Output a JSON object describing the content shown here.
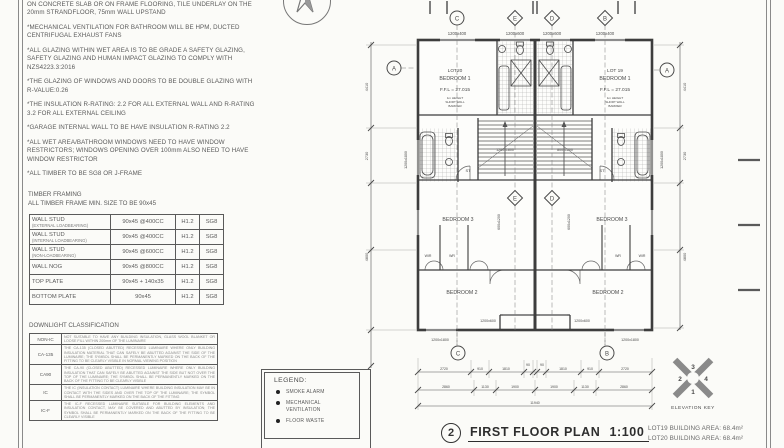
{
  "notes": [
    "ON CONCRETE SLAB OR ON FRAME FLOORING, TILE UNDERLAY ON THE 20mm STRANDFLOOR, 75mm WALL UPSTAND",
    "*MECHANICAL VENTILATION FOR BATHROOM WILL BE HPM, DUCTED CENTRIFUGAL EXHAUST FANS",
    "*ALL GLAZING WITHIN WET AREA IS TO BE GRADE A SAFETY GLAZING, SAFETY GLAZING AND HUMAN IMPACT GLAZING TO COMPLY WITH NZS4223.3:2016",
    "*THE GLAZING OF WINDOWS AND DOORS TO BE DOUBLE GLAZING WITH R-VALUE:0.26",
    "*THE INSULATION R-RATING: 2.2 FOR ALL EXTERNAL WALL AND R-RATING 3.2 FOR ALL EXTERNAL CEILING",
    "*GARAGE INTERNAL WALL TO BE HAVE INSULATION R-RATING 2.2",
    "*ALL WET AREA/BATHROOM WINDOWS NEED TO HAVE WINDOW RESTRICTORS; WINDOWS OPENING OVER 100mm ALSO NEED TO HAVE WINDOW RESTRICTOR",
    "*ALL TIMBER TO BE SG8 OR J-FRAME"
  ],
  "timber": {
    "title": "TIMBER FRAMING",
    "subtitle": "ALL TIMBER FRAME MIN. SIZE TO BE 90x45",
    "rows": [
      {
        "item": "WALL STUD",
        "sub": "(EXTERNAL LOADBEARING)",
        "size": "90x45 @400CC",
        "treat": "H1.2",
        "grade": "SG8"
      },
      {
        "item": "WALL STUD",
        "sub": "(INTERNAL LOADBEARING)",
        "size": "90x45 @400CC",
        "treat": "H1.2",
        "grade": "SG8"
      },
      {
        "item": "WALL STUD",
        "sub": "(NON-LOADBEARING)",
        "size": "90x45 @600CC",
        "treat": "H1.2",
        "grade": "SG8"
      },
      {
        "item": "WALL NOG",
        "sub": "",
        "size": "90x45 @800CC",
        "treat": "H1.2",
        "grade": "SG8"
      },
      {
        "item": "TOP PLATE",
        "sub": "",
        "size": "90x45 + 140x35",
        "treat": "H1.2",
        "grade": "SG8"
      },
      {
        "item": "BOTTOM PLATE",
        "sub": "",
        "size": "90x45",
        "treat": "H1.2",
        "grade": "SG8"
      }
    ]
  },
  "downlight": {
    "title": "DOWNLIGHT CLASSIFICATION",
    "rows": [
      {
        "code": "NON-IC",
        "desc": "NOT SUITABLE TO HAVE ANY BUILDING INSULATION, GLASS WOOL BLANKET OR LOOSE FILL WITHIN 200mm OF THE LUMINAIRE"
      },
      {
        "code": "CA-135",
        "desc": "THE CA-135 (CLOSED ABUTTED) RECESSED LUMINAIRE WHERE ONLY BUILDING INSULATION MATERIAL THAT CAN SAFELY BE ABUTTED AGAINST THE SIDE OF THE LUMINAIRE; THE SYMBOL SHALL BE PERMANENTLY MARKED ON THE BACK OF THE FITTING TO BE CLEARLY VISIBLE IN NORMAL VIEWING POSITION"
      },
      {
        "code": "CA90",
        "desc": "THE CA-90 (CLOSED ABUTTED) RECESSED LUMINAIRE WHERE ONLY BUILDING INSULATION THAT CAN SAFELY BE ABUTTED AGAINST THE SIDE BUT NOT OVER THE TOP OF THE LUMINAIRE; THE SYMBOL SHALL BE PERMANENTLY MARKED ON THE BACK OF THE FITTING TO BE CLEARLY VISIBLE"
      },
      {
        "code": "IC",
        "desc": "THE IC (INSULATION CONTACT) LUMINAIRE WHERE BUILDING INSULATION MAY BE IN CONTACT WITH THE SIDES AND OVER THE TOP OF THE LUMINAIRE; THE SYMBOL SHALL BE PERMANENTLY MARKED ON THE BACK OF THE FITTING"
      },
      {
        "code": "IC-F",
        "desc": "THE IC-F RECESSED LUMINAIRE SUITABLE FOR BUILDING ELEMENTS AND INSULATION CONTACT, MAY BE COVERED AND ABUTTED BY INSULATION; THE SYMBOL SHALL BE PERMANENTLY MARKED ON THE BACK OF THE FITTING TO BE CLEARLY VISIBLE"
      }
    ]
  },
  "legend": {
    "title": "LEGEND:",
    "items": [
      "SMOKE ALARM",
      "MECHANICAL VENTILATION",
      "FLOOR WASTE"
    ]
  },
  "title": {
    "num": "2",
    "text": "FIRST FLOOR PLAN",
    "scale": "1:100"
  },
  "areas": [
    "LOT19 BUILDING AREA: 68.4m²",
    "LOT20 BUILDING AREA: 68.4m²"
  ],
  "plan": {
    "grid": {
      "top": [
        {
          "label": "C",
          "dim": "1200x400"
        },
        {
          "label": "E",
          "dim": "1200x600"
        },
        {
          "label": "D",
          "dim": "1200x600"
        },
        {
          "label": "B",
          "dim": "1200x400"
        }
      ],
      "bottom_left": "C",
      "bottom_right": "B",
      "side_left": "A",
      "side_right": "A",
      "inner_left": "E",
      "inner_right": "D"
    },
    "rooms": {
      "lot_left": "LOT20",
      "lot_right": "LOT 19",
      "bedroom1": "BEDROOM 1",
      "ffl": "F.F.L = 27.015",
      "bedroom2": "BEDROOM 2",
      "bedroom3": "BEDROOM 3",
      "wir": "WIR",
      "wr": "WR",
      "st": "ST",
      "barrier1": "1m HEIGHT",
      "barrier2": "SHORT WALL",
      "barrier3": "BARRIER"
    },
    "win": {
      "stair_l": "1200x1800",
      "stair_r": "800x1200",
      "mid": "600x1200",
      "side": "1200x1800",
      "bottom": "1200x1800",
      "recess": "1200x600"
    },
    "dims": {
      "row1": [
        "2720",
        "910",
        "1810",
        "90",
        "90",
        "1810",
        "910",
        "2720"
      ],
      "row2": [
        "2860",
        "1130",
        "1900",
        "1900",
        "1130",
        "2860"
      ],
      "total": "11940",
      "side": [
        "4410",
        "2730",
        "4800"
      ]
    },
    "elevation_key": {
      "label": "ELEVATION KEY",
      "n1": "1",
      "n2": "2",
      "n3": "3",
      "n4": "4"
    }
  }
}
